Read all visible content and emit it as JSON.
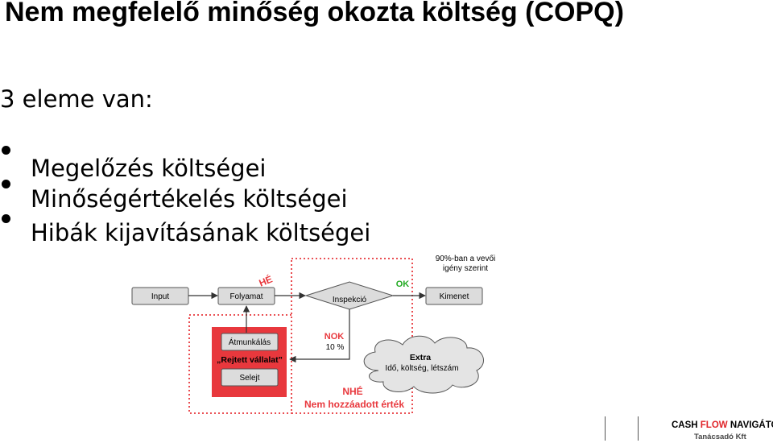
{
  "title": "Nem megfelelő minőség okozta költség (COPQ)",
  "intro": "3 eleme van:",
  "bullets": [
    "Megelőzés költségei",
    "Minőségértékelés költségei",
    "Hibák kijavításának költségei"
  ],
  "diagram": {
    "nodes": {
      "input": "Input",
      "process": "Folyamat",
      "inspection": "Inspekció",
      "output": "Kimenet",
      "rework": "Átmunkálás",
      "hidden_plant": "„Rejtett vállalat”",
      "scrap": "Selejt"
    },
    "labels": {
      "he": "HÉ",
      "ok": "OK",
      "ok_note_1": "90%-ban a vevői",
      "ok_note_2": "igény szerint",
      "nok": "NOK",
      "nok_pct": "10 %",
      "extra_title": "Extra",
      "extra_sub": "Idő, költség, létszám",
      "nhe": "NHÉ",
      "nhe_sub": "Nem hozzáadott érték"
    },
    "colors": {
      "box_fill": "#dcdcdc",
      "box_stroke": "#555555",
      "red": "#e8383d",
      "green": "#22aa22",
      "cloud": "#e4e4e4"
    }
  },
  "logo": {
    "part1": "CASH ",
    "part2": "FLOW",
    "part3": " NAVIGÁTOR",
    "sub": "Tanácsadó Kft"
  }
}
